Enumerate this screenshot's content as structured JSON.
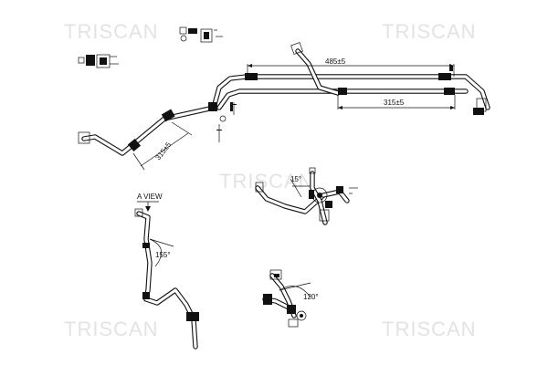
{
  "watermarks": [
    "TRISCAN",
    "TRISCAN",
    "TRISCAN",
    "TRISCAN",
    "TRISCAN"
  ],
  "dimensions": {
    "d485": "485±5",
    "d315a": "315±5",
    "d315b": "315±5",
    "angle15": "15°",
    "angle155": "155°",
    "angle120": "120°"
  },
  "view_label": "A VIEW"
}
